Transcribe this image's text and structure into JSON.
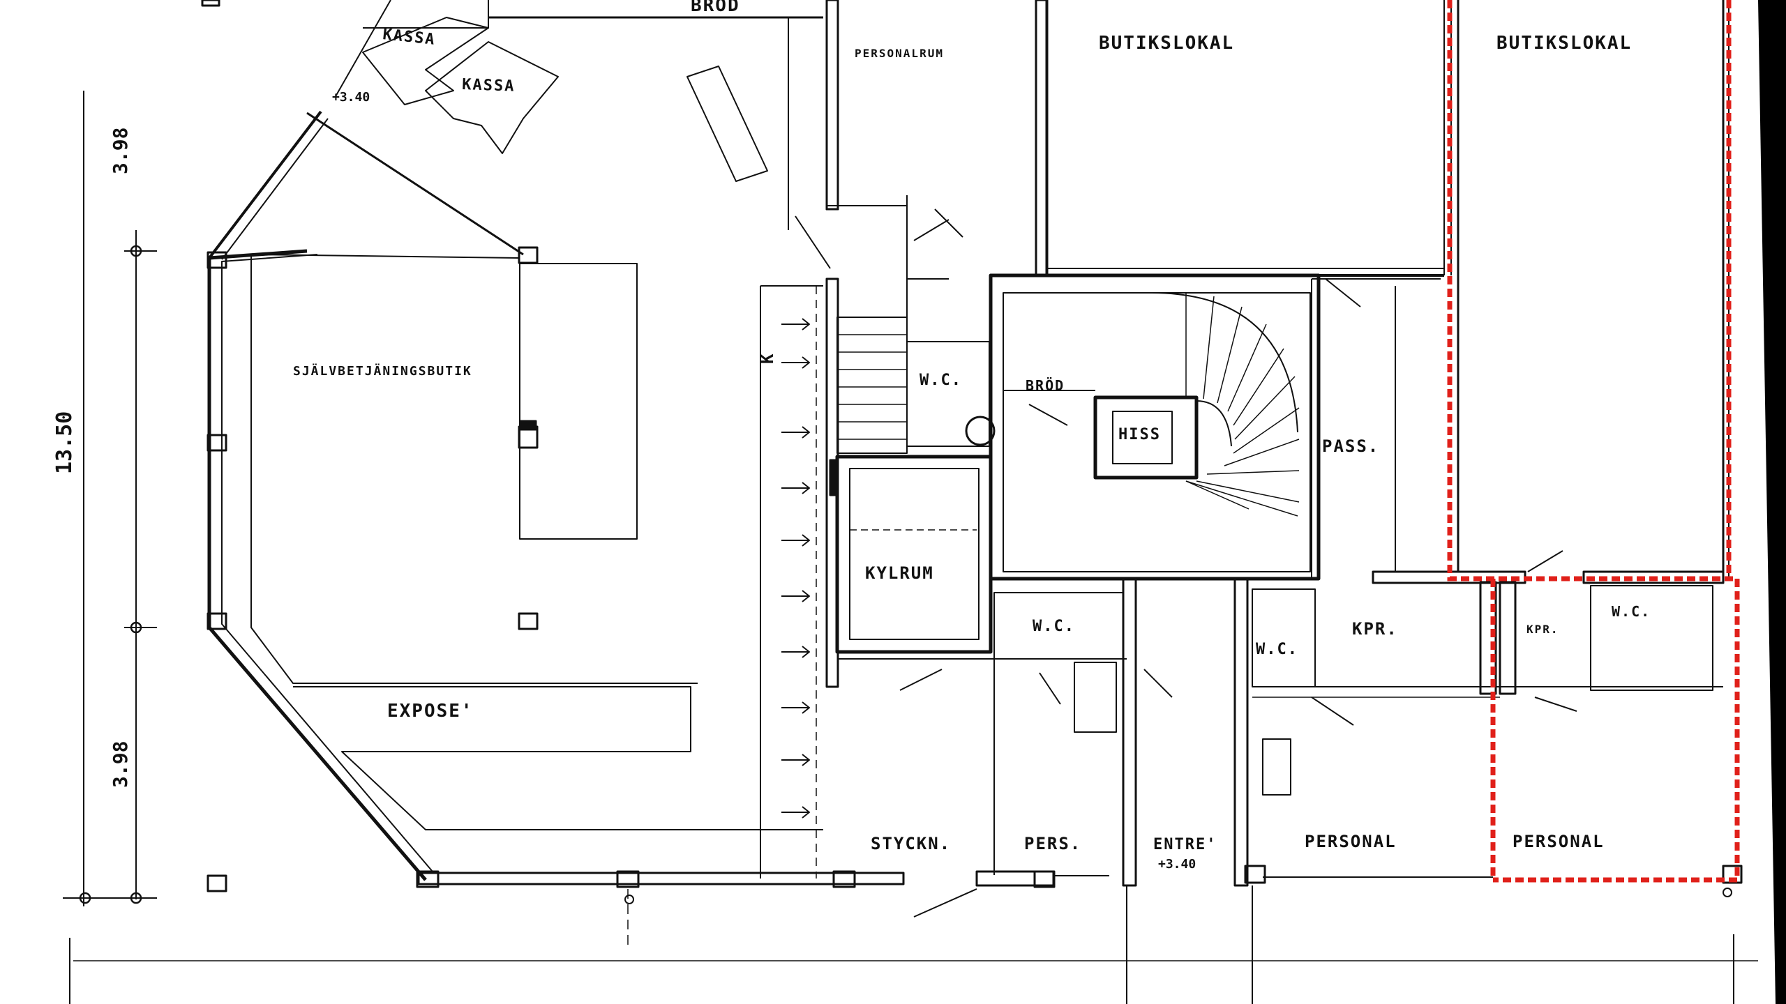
{
  "colors": {
    "background": "#000000",
    "paper": "#ffffff",
    "ink": "#111111",
    "highlight": "#e0201a"
  },
  "rooms": {
    "brod_top": "BRÖD",
    "kassa_1": "KASSA",
    "kassa_2": "KASSA",
    "personalrum": "PERSONALRUM",
    "butikslokal_1": "BUTIKSLOKAL",
    "butikslokal_2": "BUTIKSLOKAL",
    "sjalvbetjaningsbutik": "SJÄLVBETJÄNINGSBUTIK",
    "expose": "EXPOSE'",
    "wc_1": "W.C.",
    "wc_2": "W.C.",
    "wc_3": "W.C.",
    "wc_4": "W.C.",
    "brod_mid": "BRÖD",
    "hiss": "HISS",
    "pass": "PASS.",
    "kylrum": "KYLRUM",
    "kpr_1": "KPR.",
    "kpr_2": "KPR.",
    "styckn": "STYCKN.",
    "pers": "PERS.",
    "entre": "ENTRE'",
    "personal_1": "PERSONAL",
    "personal_2": "PERSONAL",
    "k": "K"
  },
  "levels": {
    "kassa_level": "+3.40",
    "entre_level": "+3.40"
  },
  "dimensions": {
    "top": "3.98",
    "total": "13.50",
    "bottom": "3.98"
  }
}
